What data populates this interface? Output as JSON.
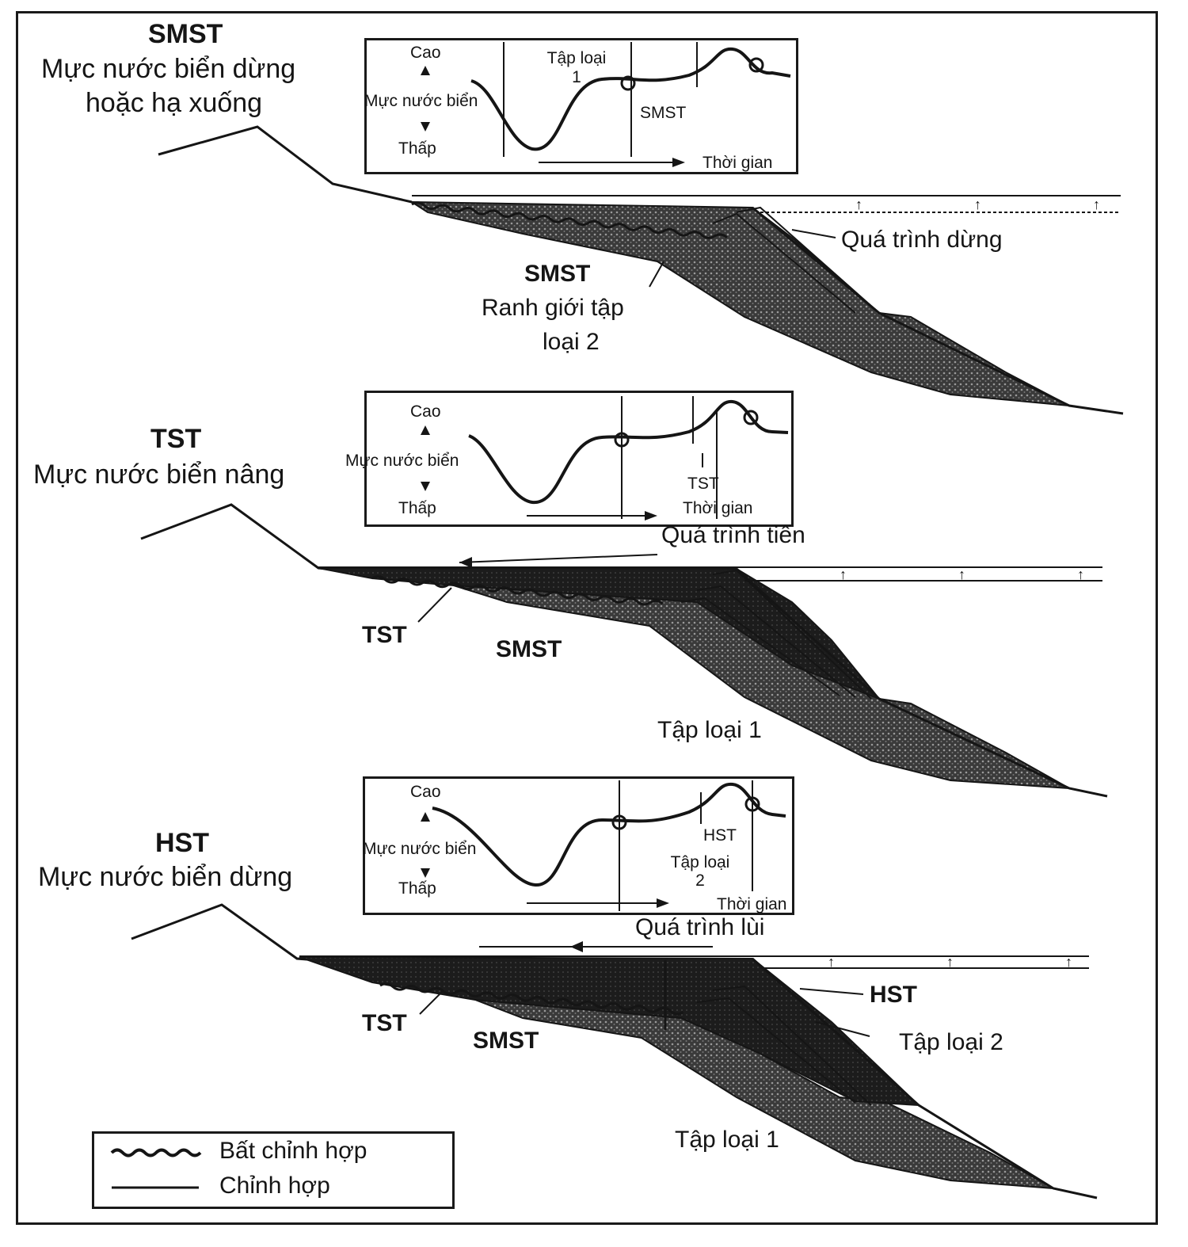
{
  "colors": {
    "ink": "#151515",
    "sediment": "#2a2a2a",
    "background": "#ffffff"
  },
  "panel1": {
    "tract": "SMST",
    "condition_line1": "Mực nước biển dừng",
    "condition_line2": "hoặc hạ xuống",
    "inset": {
      "high": "Cao",
      "sea_level": "Mực nước biển",
      "low": "Thấp",
      "boundary": "Tập loại 1",
      "tract": "SMST",
      "time": "Thời gian"
    },
    "process": "Quá trình dừng",
    "tract_label": "SMST",
    "boundary_line1": "Ranh giới tập",
    "boundary_line2": "loại 2"
  },
  "panel2": {
    "tract": "TST",
    "condition": "Mực nước biển nâng",
    "inset": {
      "high": "Cao",
      "sea_level": "Mực nước biển",
      "low": "Thấp",
      "tract": "TST",
      "time": "Thời gian"
    },
    "process": "Quá trình tiến",
    "tst_label": "TST",
    "smst_label": "SMST",
    "boundary_label": "Tập loại 1"
  },
  "panel3": {
    "tract": "HST",
    "condition": "Mực nước biển dừng",
    "inset": {
      "high": "Cao",
      "sea_level": "Mực nước biển",
      "low": "Thấp",
      "tract": "HST",
      "boundary": "Tập loại 2",
      "time": "Thời gian"
    },
    "process": "Quá trình lùi",
    "hst_label": "HST",
    "boundary2_label": "Tập loại 2",
    "tst_label": "TST",
    "smst_label": "SMST",
    "boundary1_label": "Tập loại 1"
  },
  "legend": {
    "unconformity": "Bất chỉnh hợp",
    "conformity": "Chỉnh hợp"
  }
}
